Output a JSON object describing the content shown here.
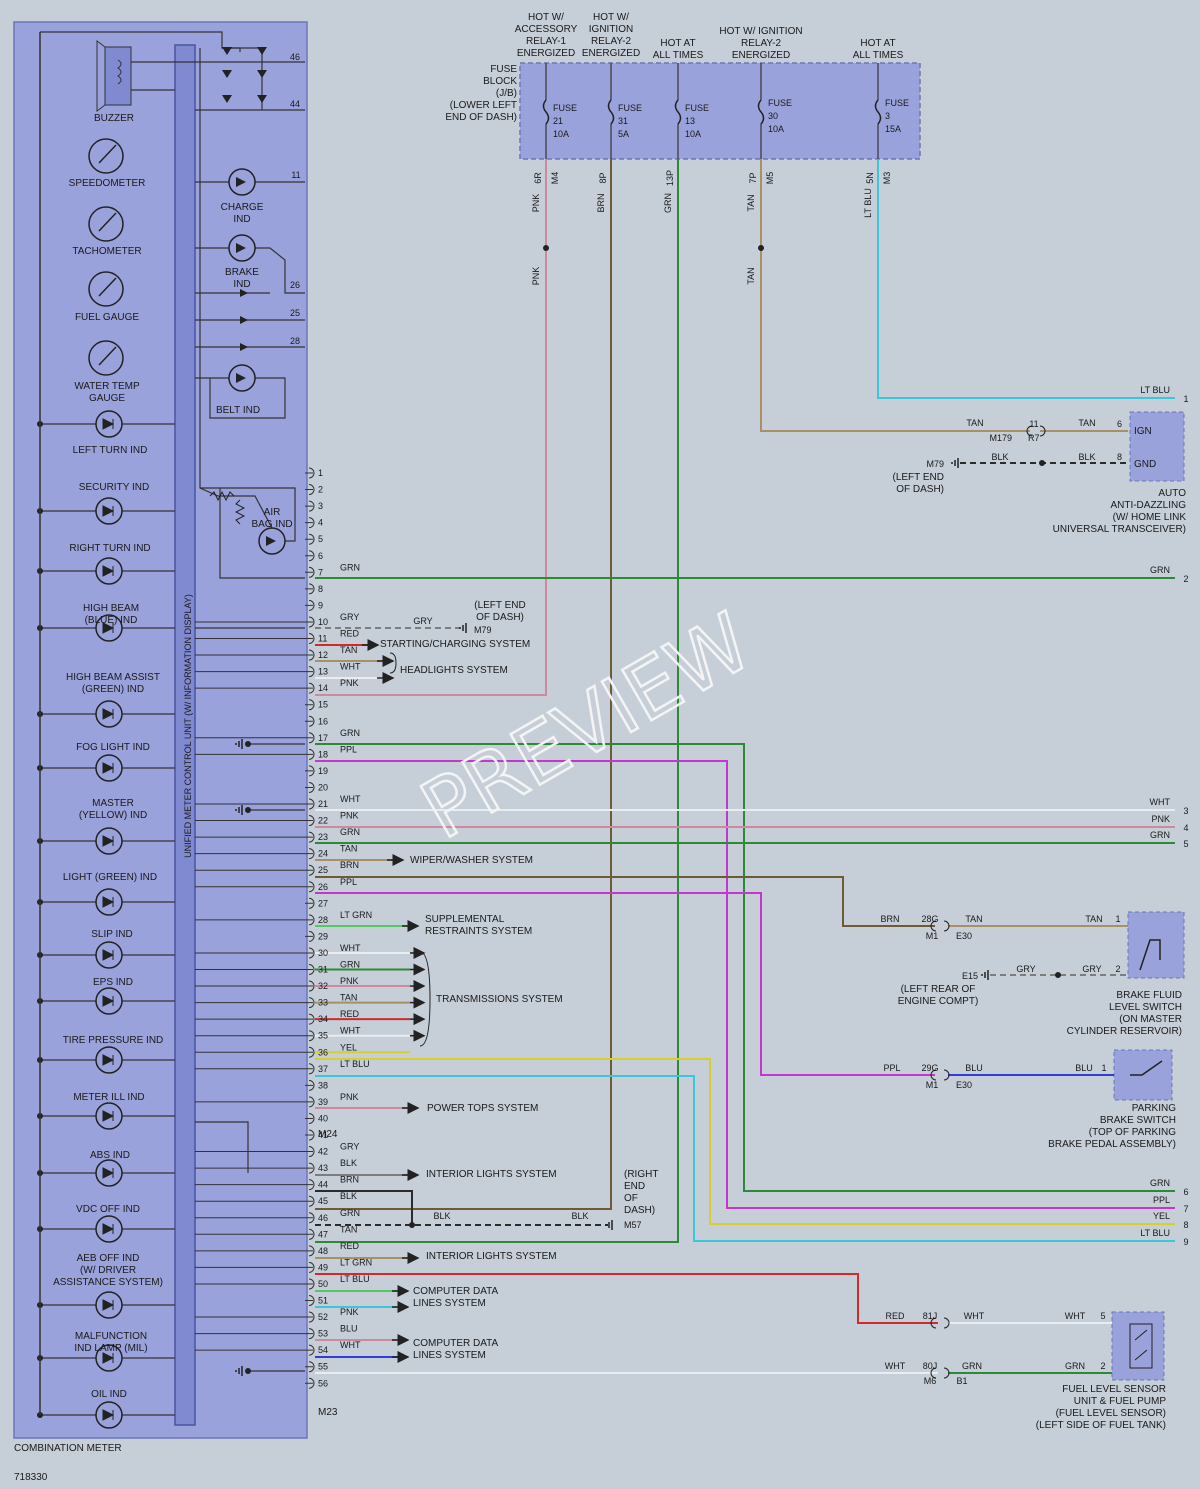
{
  "diagram_id": "718330",
  "watermark": "PREVIEW",
  "meter": {
    "label": "COMBINATION METER",
    "control_unit": "UNIFIED METER CONTROL UNIT (W/ INFORMATION DISPLAY)",
    "connector_top": "M24",
    "connector_bottom": "M23"
  },
  "components": [
    {
      "id": "buzzer",
      "lines": [
        "BUZZER"
      ]
    },
    {
      "id": "speedometer",
      "lines": [
        "SPEEDOMETER"
      ]
    },
    {
      "id": "tachometer",
      "lines": [
        "TACHOMETER"
      ]
    },
    {
      "id": "fuel",
      "lines": [
        "FUEL GAUGE"
      ]
    },
    {
      "id": "watertemp",
      "lines": [
        "WATER TEMP",
        "GAUGE"
      ]
    },
    {
      "id": "leftturn",
      "lines": [
        "LEFT TURN IND"
      ]
    },
    {
      "id": "security",
      "lines": [
        "SECURITY IND"
      ]
    },
    {
      "id": "rightturn",
      "lines": [
        "RIGHT TURN IND"
      ]
    },
    {
      "id": "highbeam",
      "lines": [
        "HIGH BEAM",
        "(BLUE) IND"
      ]
    },
    {
      "id": "hbassist",
      "lines": [
        "HIGH BEAM ASSIST",
        "(GREEN) IND"
      ]
    },
    {
      "id": "foglight",
      "lines": [
        "FOG LIGHT IND"
      ]
    },
    {
      "id": "master",
      "lines": [
        "MASTER",
        "(YELLOW) IND"
      ]
    },
    {
      "id": "lightgreen",
      "lines": [
        "LIGHT (GREEN) IND"
      ]
    },
    {
      "id": "slip",
      "lines": [
        "SLIP IND"
      ]
    },
    {
      "id": "eps",
      "lines": [
        "EPS IND"
      ]
    },
    {
      "id": "tirepressure",
      "lines": [
        "TIRE PRESSURE IND"
      ]
    },
    {
      "id": "meterill",
      "lines": [
        "METER ILL IND"
      ]
    },
    {
      "id": "abs",
      "lines": [
        "ABS IND"
      ]
    },
    {
      "id": "vdcoff",
      "lines": [
        "VDC OFF IND"
      ]
    },
    {
      "id": "aeboff",
      "lines": [
        "AEB OFF IND",
        "(W/ DRIVER",
        "ASSISTANCE SYSTEM)"
      ]
    },
    {
      "id": "mil",
      "lines": [
        "MALFUNCTION",
        "IND LAMP (MIL)"
      ]
    },
    {
      "id": "oil",
      "lines": [
        "OIL IND"
      ]
    },
    {
      "id": "charge",
      "lines": [
        "CHARGE",
        "IND"
      ]
    },
    {
      "id": "brake",
      "lines": [
        "BRAKE",
        "IND"
      ]
    },
    {
      "id": "belt",
      "lines": [
        "BELT IND"
      ]
    },
    {
      "id": "airbag",
      "lines": [
        "AIR",
        "BAG IND"
      ]
    }
  ],
  "internal_pins": [
    "46",
    "44",
    "11",
    "26",
    "25",
    "28"
  ],
  "pins": [
    {
      "n": "1"
    },
    {
      "n": "2"
    },
    {
      "n": "3"
    },
    {
      "n": "4"
    },
    {
      "n": "5"
    },
    {
      "n": "6"
    },
    {
      "n": "7",
      "color": "GRN"
    },
    {
      "n": "8"
    },
    {
      "n": "9"
    },
    {
      "n": "10",
      "color": "GRY"
    },
    {
      "n": "11",
      "color": "RED"
    },
    {
      "n": "12",
      "color": "TAN"
    },
    {
      "n": "13",
      "color": "WHT"
    },
    {
      "n": "14",
      "color": "PNK"
    },
    {
      "n": "15"
    },
    {
      "n": "16"
    },
    {
      "n": "17",
      "color": "GRN"
    },
    {
      "n": "18",
      "color": "PPL"
    },
    {
      "n": "19"
    },
    {
      "n": "20"
    },
    {
      "n": "21",
      "color": "WHT"
    },
    {
      "n": "22",
      "color": "PNK"
    },
    {
      "n": "23",
      "color": "GRN"
    },
    {
      "n": "24",
      "color": "TAN"
    },
    {
      "n": "25",
      "color": "BRN"
    },
    {
      "n": "26",
      "color": "PPL"
    },
    {
      "n": "27"
    },
    {
      "n": "28",
      "color": "LT GRN"
    },
    {
      "n": "29"
    },
    {
      "n": "30",
      "color": "WHT"
    },
    {
      "n": "31",
      "color": "GRN"
    },
    {
      "n": "32",
      "color": "PNK"
    },
    {
      "n": "33",
      "color": "TAN"
    },
    {
      "n": "34",
      "color": "RED"
    },
    {
      "n": "35",
      "color": "WHT"
    },
    {
      "n": "36",
      "color": "YEL"
    },
    {
      "n": "37",
      "color": "LT BLU"
    },
    {
      "n": "38"
    },
    {
      "n": "39",
      "color": "PNK"
    },
    {
      "n": "40"
    },
    {
      "n": "41"
    },
    {
      "n": "42",
      "color": "GRY"
    },
    {
      "n": "43",
      "color": "BLK"
    },
    {
      "n": "44",
      "color": "BRN"
    },
    {
      "n": "45",
      "color": "BLK"
    },
    {
      "n": "46",
      "color": "GRN"
    },
    {
      "n": "47",
      "color": "TAN"
    },
    {
      "n": "48",
      "color": "RED"
    },
    {
      "n": "49",
      "color": "LT GRN"
    },
    {
      "n": "50",
      "color": "LT BLU"
    },
    {
      "n": "51"
    },
    {
      "n": "52",
      "color": "PNK"
    },
    {
      "n": "53",
      "color": "BLU"
    },
    {
      "n": "54",
      "color": "WHT"
    },
    {
      "n": "55"
    },
    {
      "n": "56"
    }
  ],
  "systems": {
    "starting": "STARTING/CHARGING SYSTEM",
    "headlights": "HEADLIGHTS SYSTEM",
    "wiper": "WIPER/WASHER SYSTEM",
    "srs": [
      "SUPPLEMENTAL",
      "RESTRAINTS SYSTEM"
    ],
    "trans": "TRANSMISSIONS SYSTEM",
    "powertops": "POWER TOPS SYSTEM",
    "interior1": "INTERIOR LIGHTS SYSTEM",
    "interior2": "INTERIOR LIGHTS SYSTEM",
    "cdl1": [
      "COMPUTER DATA",
      "LINES SYSTEM"
    ],
    "cdl2": [
      "COMPUTER DATA",
      "LINES SYSTEM"
    ]
  },
  "fuse_block": {
    "label": [
      "FUSE",
      "BLOCK",
      "(J/B)",
      "(LOWER LEFT",
      "END OF DASH)"
    ],
    "headers": [
      {
        "lines": [
          "HOT W/",
          "ACCESSORY",
          "RELAY-1",
          "ENERGIZED"
        ]
      },
      {
        "lines": [
          "HOT W/",
          "IGNITION",
          "RELAY-2",
          "ENERGIZED"
        ]
      },
      {
        "lines": [
          "HOT AT",
          "ALL TIMES"
        ]
      },
      {
        "lines": [
          "HOT W/ IGNITION",
          "RELAY-2",
          "ENERGIZED"
        ]
      },
      {
        "lines": [
          "HOT AT",
          "ALL TIMES"
        ]
      }
    ],
    "fuses": [
      {
        "word": "FUSE",
        "num": "21",
        "amp": "10A",
        "pin": "6R",
        "conn": "M4",
        "color": "PNK"
      },
      {
        "word": "FUSE",
        "num": "31",
        "amp": "5A",
        "pin": "8P",
        "conn": "",
        "color": "BRN"
      },
      {
        "word": "FUSE",
        "num": "13",
        "amp": "10A",
        "pin": "13P",
        "conn": "",
        "color": "GRN"
      },
      {
        "word": "FUSE",
        "num": "30",
        "amp": "10A",
        "pin": "7P",
        "conn": "M5",
        "color": "TAN"
      },
      {
        "word": "FUSE",
        "num": "3",
        "amp": "15A",
        "pin": "5N",
        "conn": "M3",
        "color": "LT BLU"
      }
    ],
    "lower_colors": [
      "PNK",
      "TAN"
    ]
  },
  "offpage": [
    {
      "n": "1",
      "color": "LT BLU"
    },
    {
      "n": "2",
      "color": "GRN"
    },
    {
      "n": "3",
      "color": "WHT"
    },
    {
      "n": "4",
      "color": "PNK"
    },
    {
      "n": "5",
      "color": "GRN"
    },
    {
      "n": "6",
      "color": "GRN"
    },
    {
      "n": "7",
      "color": "PPL"
    },
    {
      "n": "8",
      "color": "YEL"
    },
    {
      "n": "9",
      "color": "LT BLU"
    }
  ],
  "mirror": {
    "label": [
      "AUTO",
      "ANTI-DAZZLING",
      "(W/ HOME LINK",
      "UNIVERSAL TRANSCEIVER)"
    ],
    "ign": "IGN",
    "gnd": "GND",
    "pin_ign": "6",
    "pin_gnd": "8",
    "tan1": "TAN",
    "tan2": "TAN",
    "tan_vertical": "TAN",
    "inline_pin": "11",
    "inline_left": "M179",
    "inline_right": "R7",
    "blk1": "BLK",
    "blk2": "BLK",
    "ground": "M79",
    "ground_note": [
      "(LEFT END",
      "OF DASH)"
    ]
  },
  "gry_pin10": {
    "color": "GRY",
    "ground": "M79",
    "note": [
      "(LEFT END",
      "OF DASH)"
    ]
  },
  "brake_fluid": {
    "label": [
      "BRAKE FLUID",
      "LEVEL SWITCH",
      "(ON MASTER",
      "CYLINDER RESERVOIR)"
    ],
    "wire_left": "BRN",
    "pin": "28G",
    "conn_left": "M1",
    "conn_right": "E30",
    "wire_right": "TAN",
    "sw_color": "TAN",
    "sw_pin1": "1",
    "gry1": "GRY",
    "gry2": "GRY",
    "sw_pin2": "2",
    "ground": "E15",
    "ground_note": [
      "(LEFT REAR OF",
      "ENGINE COMPT)"
    ]
  },
  "parking_brake": {
    "label": [
      "PARKING",
      "BRAKE SWITCH",
      "(TOP OF PARKING",
      "BRAKE PEDAL ASSEMBLY)"
    ],
    "wire_left": "PPL",
    "pin": "29G",
    "conn_left": "M1",
    "conn_right": "E30",
    "wire_right": "BLU",
    "sw_color": "BLU",
    "sw_pin": "1"
  },
  "ground_m57": {
    "blk1": "BLK",
    "blk2": "BLK",
    "ground": "M57",
    "note": [
      "(RIGHT",
      "END",
      "OF",
      "DASH)"
    ]
  },
  "fuel_sensor": {
    "label": [
      "FUEL LEVEL SENSOR",
      "UNIT & FUEL PUMP",
      "(FUEL LEVEL SENSOR)",
      "(LEFT SIDE OF FUEL TANK)"
    ],
    "red": "RED",
    "pin_a": "81J",
    "wht_a": "WHT",
    "wht_b": "WHT",
    "pin5": "5",
    "wht_left": "WHT",
    "pin_b": "80J",
    "grn_a": "GRN",
    "grn_b": "GRN",
    "pin2": "2",
    "conn_left": "M6",
    "conn_right": "B1"
  },
  "wire_colors": {
    "GRN": "#2c8a36",
    "PPL": "#c238cc",
    "PNK": "#cc8a9c",
    "WHT": "#e9ecf0",
    "TAN": "#a88f66",
    "BRN": "#6d5a36",
    "RED": "#d02a2a",
    "LT BLU": "#3cc6da",
    "LT GRN": "#55c763",
    "BLU": "#2d3ed0",
    "YEL": "#d6d02e",
    "GRY": "#7d7d7d",
    "BLK": "#2b2b2b"
  },
  "panel_fill": "#9aa2dc"
}
